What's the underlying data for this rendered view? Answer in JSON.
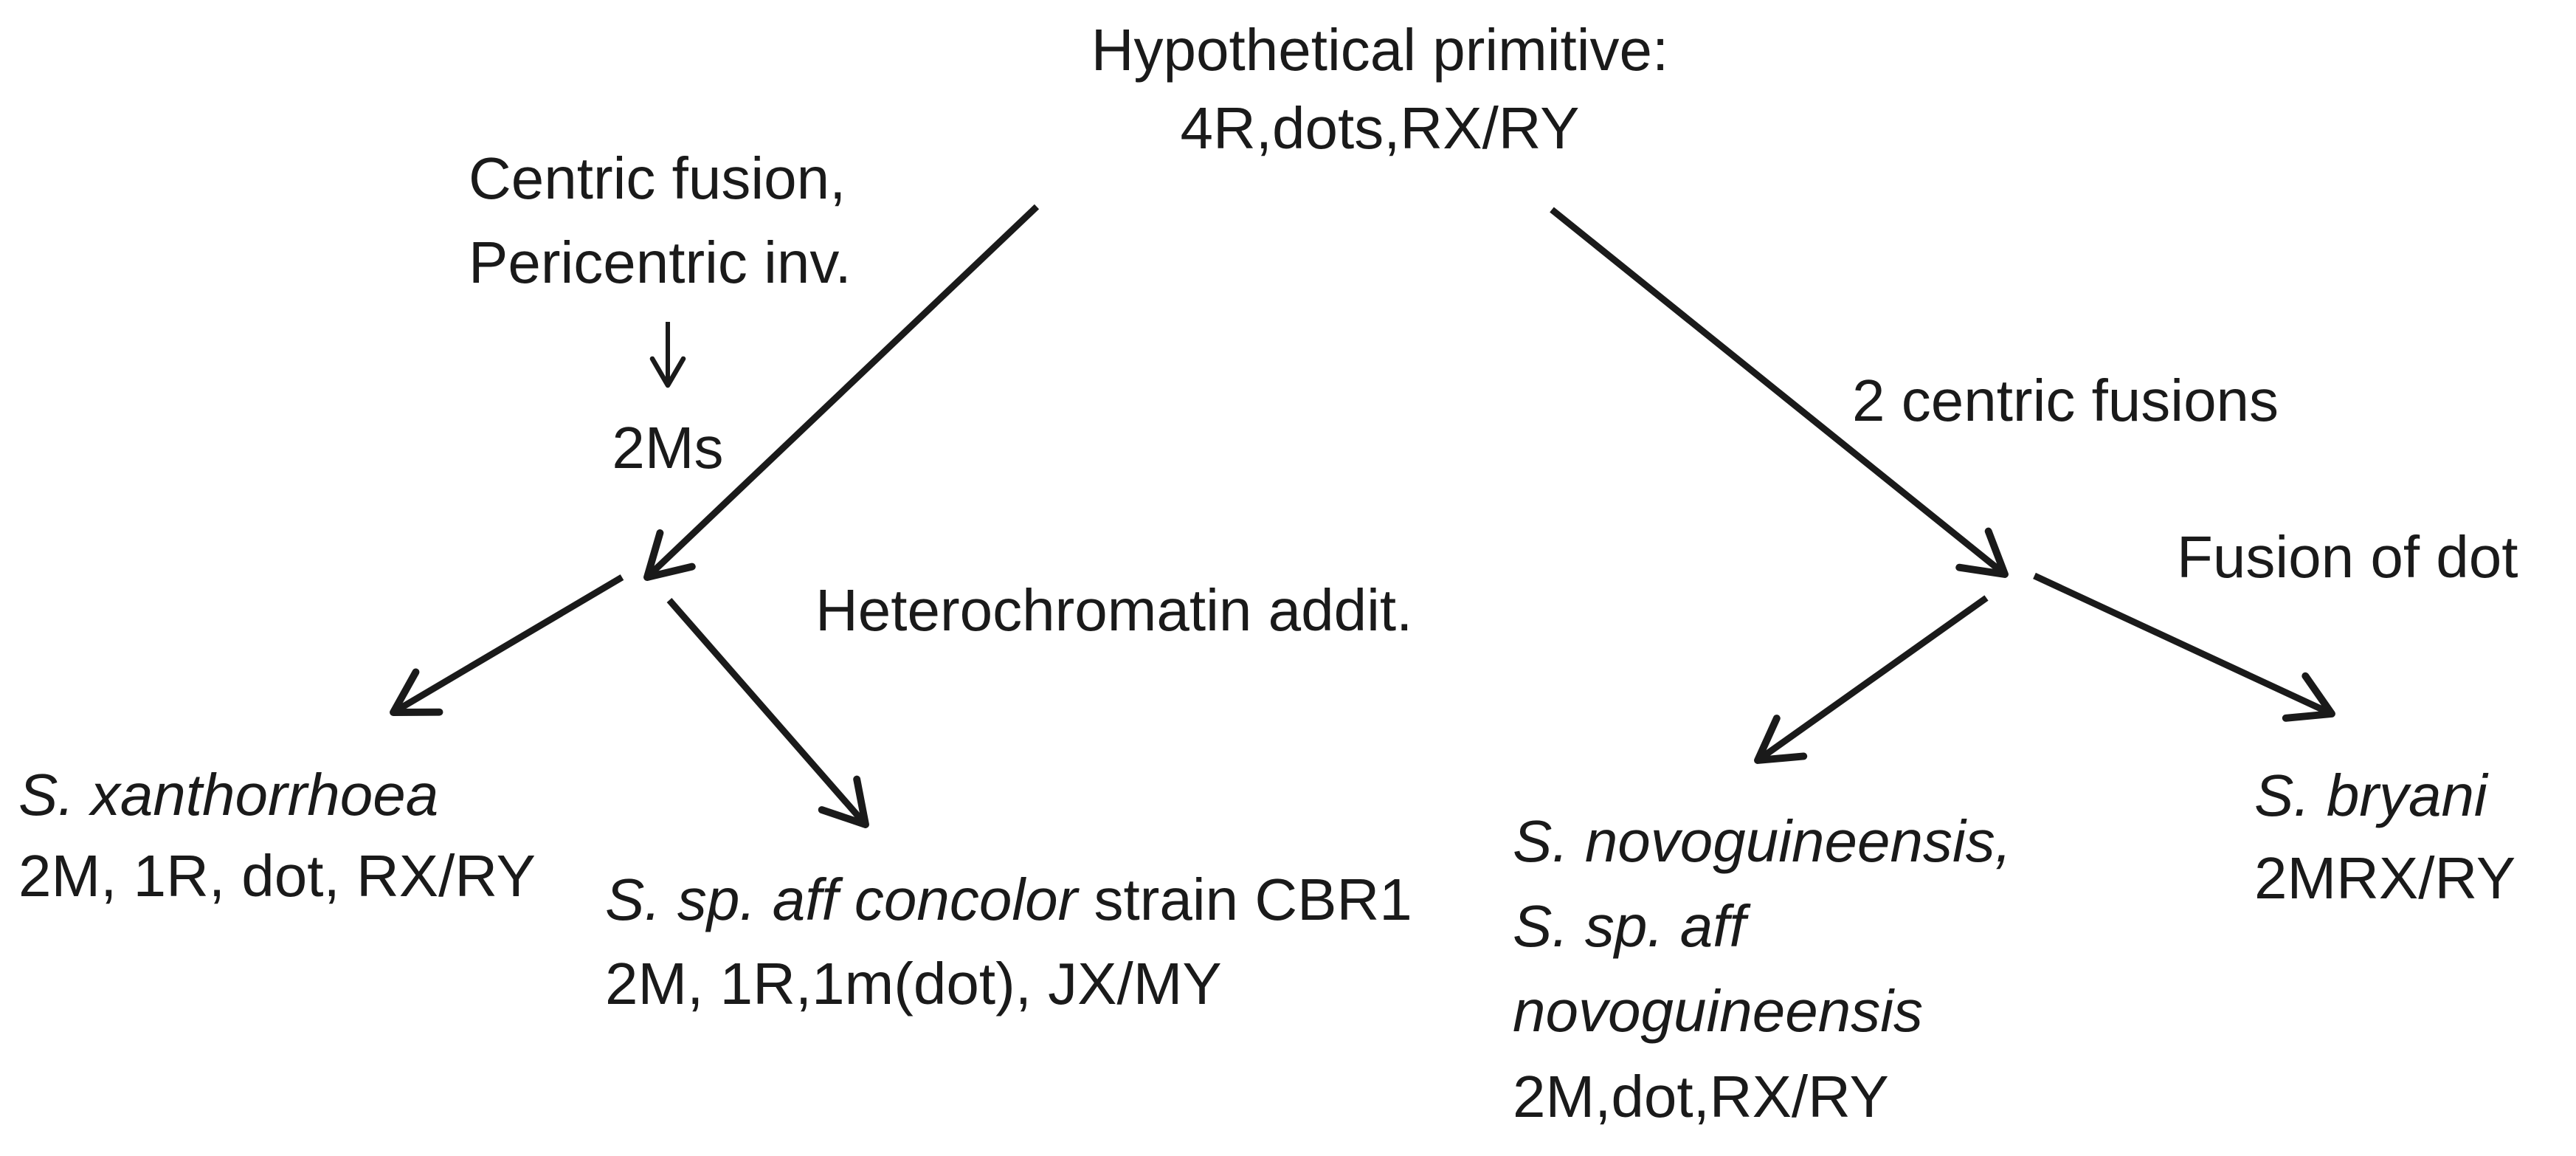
{
  "title": {
    "line1": "Hypothetical primitive:",
    "line2": "4R,dots,RX/RY"
  },
  "mechanisms": {
    "centric_fusion_line1": "Centric fusion,",
    "centric_fusion_line2": "Pericentric inv.",
    "intermediate": "2Ms",
    "two_centric_fusions": "2 centric fusions",
    "fusion_of_dot": "Fusion of dot",
    "heterochromatin": "Heterochromatin addit."
  },
  "species": {
    "xanthorrhoea": {
      "name": "S. xanthorrhoea",
      "karyotype": "2M, 1R, dot, RX/RY"
    },
    "concolor": {
      "name_italic": "S. sp. aff concolor",
      "name_suffix": " strain CBR1",
      "karyotype": "2M, 1R,1m(dot), JX/MY"
    },
    "novoguineensis": {
      "name_line1": "S. novoguineensis,",
      "name_line2": "S. sp. aff",
      "name_line3": "novoguineensis",
      "karyotype": "2M,dot,RX/RY"
    },
    "bryani": {
      "name": "S. bryani",
      "karyotype": "2MRX/RY"
    }
  },
  "edges": [
    {
      "from": "hypothetical-primitive",
      "to": "left-junction"
    },
    {
      "from": "left-mechanism",
      "to": "intermediate-2Ms"
    },
    {
      "from": "hypothetical-primitive",
      "to": "right-junction"
    },
    {
      "from": "left-junction",
      "to": "S. xanthorrhoea"
    },
    {
      "from": "left-junction",
      "to": "S. sp. aff concolor strain CBR1"
    },
    {
      "from": "right-junction",
      "to": "S. novoguineensis group"
    },
    {
      "from": "right-junction",
      "to": "S. bryani"
    }
  ],
  "colors": {
    "text": "#1a1a1a",
    "arrow": "#1a1a1a",
    "background": "#ffffff"
  }
}
